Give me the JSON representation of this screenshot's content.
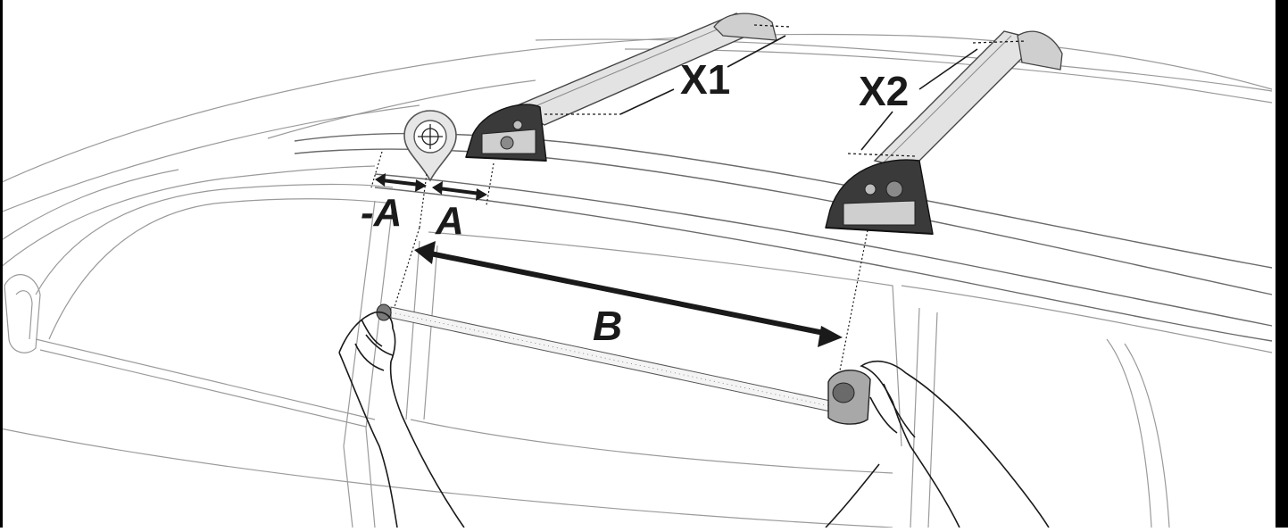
{
  "labels": {
    "x1": "X1",
    "x2": "X2",
    "minus_a": "-A",
    "a": "A",
    "b": "B"
  },
  "icons": {
    "location_pin": "location-pin-icon"
  },
  "colors": {
    "ink": "#1a1a1a",
    "outline": "#9a9a9a",
    "bar_fill": "#d9d9d9",
    "foot_fill": "#3a3a3a",
    "border": "#000000"
  }
}
